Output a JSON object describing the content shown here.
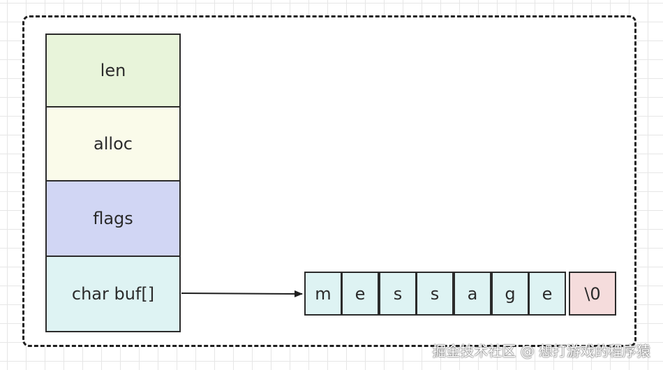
{
  "fields": [
    {
      "label": "len",
      "color": "#e8f4da"
    },
    {
      "label": "alloc",
      "color": "#fafbea"
    },
    {
      "label": "flags",
      "color": "#d1d6f4"
    },
    {
      "label": "char buf[]",
      "color": "#def3f3"
    }
  ],
  "buffer": {
    "cells": [
      "m",
      "e",
      "s",
      "s",
      "a",
      "g",
      "e"
    ],
    "cell_color": "#def3f3",
    "terminator": "\\0",
    "terminator_color": "#f5dcdc"
  },
  "watermark": "掘金技术社区 @ 想打游戏的程序猿"
}
